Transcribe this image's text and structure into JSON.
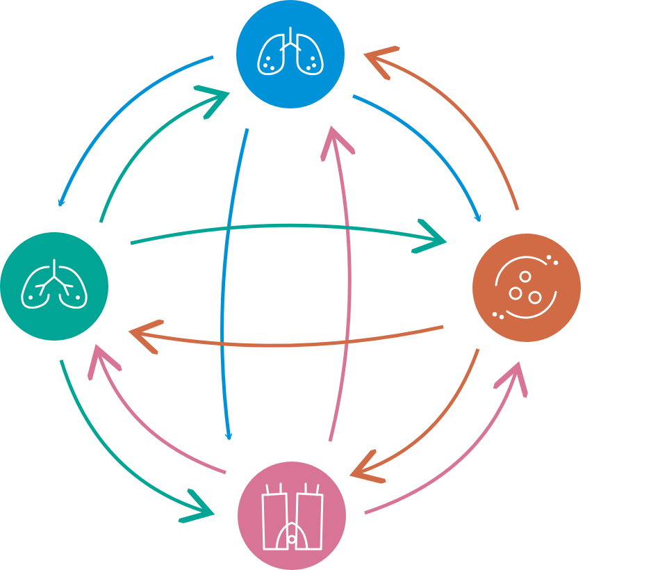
{
  "colors": {
    "blue": "#0092d8",
    "teal": "#00a595",
    "orange": "#d06b45",
    "pink": "#d87597",
    "icon_stroke": "#ffffff"
  },
  "nodes": [
    {
      "id": "top",
      "color": "blue",
      "icon": "lungs-icon"
    },
    {
      "id": "left",
      "color": "teal",
      "icon": "lungs-bronchi-icon"
    },
    {
      "id": "right",
      "color": "orange",
      "icon": "cell-icon"
    },
    {
      "id": "bottom",
      "color": "pink",
      "icon": "tissue-cell-icon"
    }
  ],
  "arrows": [
    {
      "from": "top",
      "to": "left",
      "color": "blue"
    },
    {
      "from": "left",
      "to": "top",
      "color": "teal"
    },
    {
      "from": "top",
      "to": "right",
      "color": "blue"
    },
    {
      "from": "right",
      "to": "top",
      "color": "orange"
    },
    {
      "from": "top",
      "to": "bottom",
      "color": "blue"
    },
    {
      "from": "bottom",
      "to": "top",
      "color": "pink"
    },
    {
      "from": "left",
      "to": "right",
      "color": "teal"
    },
    {
      "from": "right",
      "to": "left",
      "color": "orange"
    },
    {
      "from": "left",
      "to": "bottom",
      "color": "teal"
    },
    {
      "from": "bottom",
      "to": "left",
      "color": "pink"
    },
    {
      "from": "right",
      "to": "bottom",
      "color": "orange"
    },
    {
      "from": "bottom",
      "to": "right",
      "color": "pink"
    }
  ]
}
